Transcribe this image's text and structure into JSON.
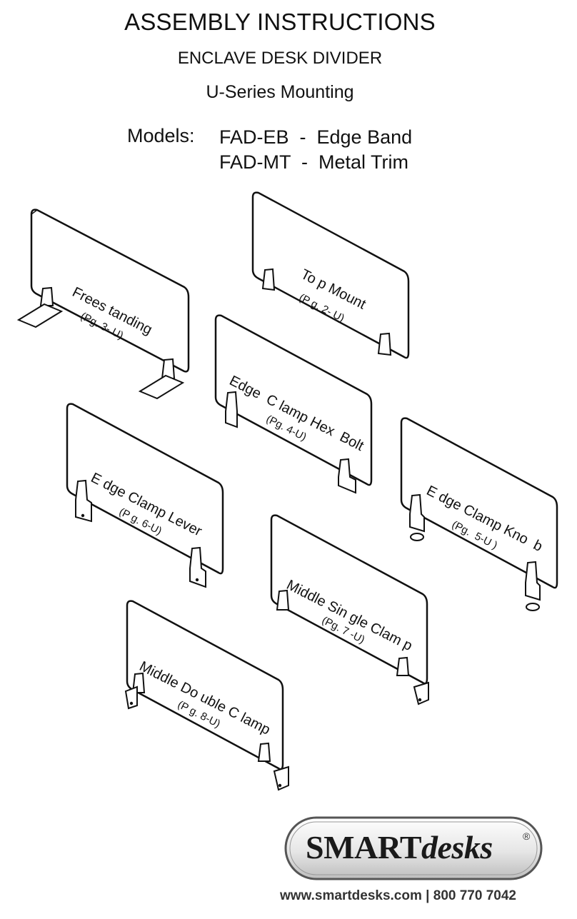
{
  "header": {
    "title": "ASSEMBLY INSTRUCTIONS",
    "subtitle": "ENCLAVE DESK DIVIDER",
    "mounting": "U-Series Mounting",
    "models_label": "Models:",
    "models": [
      "FAD-EB  -  Edge Band",
      "FAD-MT  -  Metal Trim"
    ]
  },
  "panels": [
    {
      "name": "Frees tanding",
      "page": "(Pg. 3- U)"
    },
    {
      "name": "To p Mount",
      "page": "(P g. 2- U)"
    },
    {
      "name": "Edge  C lamp Hex  Bolt",
      "page": "(Pg. 4-U)"
    },
    {
      "name": "E dge Clamp Lever",
      "page": "(P g. 6-U)"
    },
    {
      "name": "E dge Clamp Kno  b",
      "page": "(Pg.  5-U )"
    },
    {
      "name": "Middle Sin gle Clam p",
      "page": "(Pg. 7 -U)"
    },
    {
      "name": "Middle Do uble C lamp",
      "page": "(P g. 8-U)"
    }
  ],
  "logo": {
    "brand_a": "SMART",
    "brand_b": "desks",
    "registered": "®"
  },
  "footer": {
    "contact": "www.smartdesks.com | 800 770 7042"
  }
}
